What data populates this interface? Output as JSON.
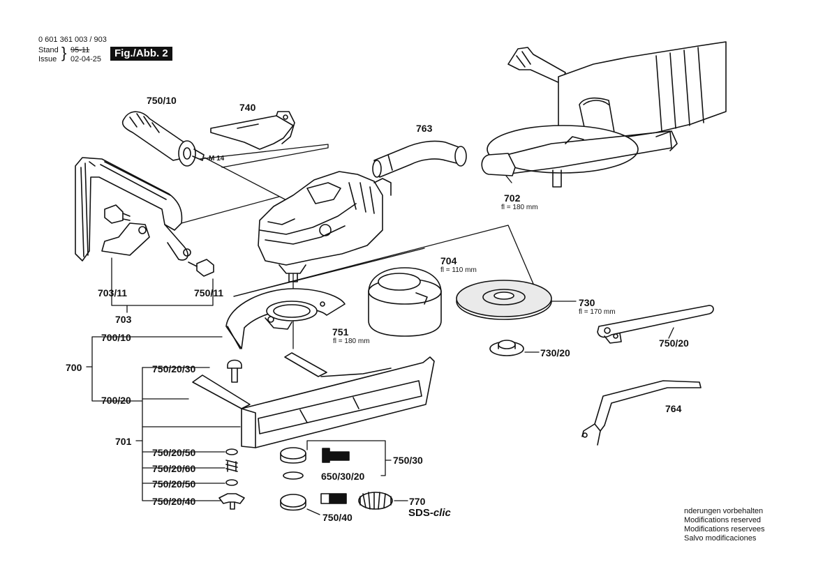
{
  "header": {
    "doc_number": "0 601 361 003 / 903",
    "stand_label": "Stand",
    "stand_value": "95-11",
    "issue_label": "Issue",
    "issue_value": "02-04-25",
    "figure_label": "Fig./Abb. 2"
  },
  "parts": {
    "p750_10": "750/10",
    "p740": "740",
    "m14": "M 14",
    "p763": "763",
    "p702": "702",
    "p702_note": "fl = 180 mm",
    "p704": "704",
    "p704_note": "fl = 110 mm",
    "p730": "730",
    "p730_note": "fl = 170 mm",
    "p703_11": "703/11",
    "p750_11": "750/11",
    "p703": "703",
    "p751": "751",
    "p751_note": "fl = 180 mm",
    "p700_10": "700/10",
    "p700": "700",
    "p750_20_30": "750/20/30",
    "p700_20": "700/20",
    "p701": "701",
    "p750_20_50a": "750/20/50",
    "p750_20_60": "750/20/60",
    "p750_20_50b": "750/20/50",
    "p750_20_40": "750/20/40",
    "p730_20": "730/20",
    "p750_20": "750/20",
    "p764": "764",
    "p750_30": "750/30",
    "p650_30_20": "650/30/20",
    "p770": "770",
    "p750_40": "750/40"
  },
  "brand": {
    "sds": "SDS-",
    "clic": "clic"
  },
  "notes": [
    "nderungen vorbehalten",
    "Modifications reserved",
    "Modifications reservees",
    "Salvo modificaciones"
  ]
}
